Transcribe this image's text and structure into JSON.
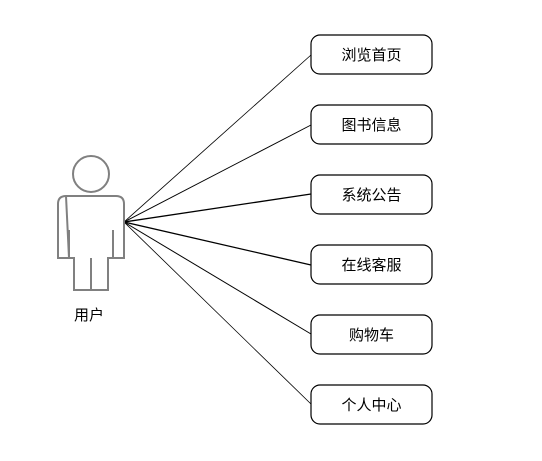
{
  "actor": {
    "label": "用户",
    "stroke_color": "#808080"
  },
  "use_cases": [
    {
      "label": "浏览首页"
    },
    {
      "label": "图书信息"
    },
    {
      "label": "系统公告"
    },
    {
      "label": "在线客服"
    },
    {
      "label": "购物车"
    },
    {
      "label": "个人中心"
    }
  ],
  "colors": {
    "line": "#000000",
    "box_border": "#000000",
    "box_fill": "#ffffff"
  }
}
